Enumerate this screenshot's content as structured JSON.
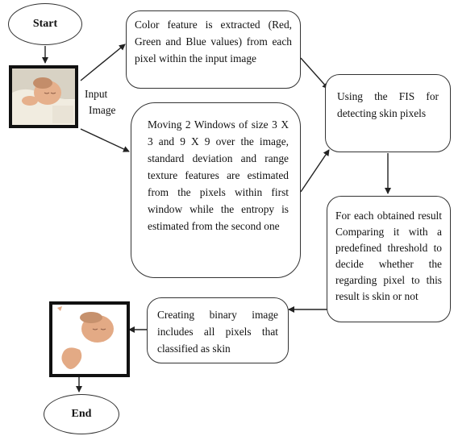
{
  "start_label": "Start",
  "end_label": "End",
  "input_label_line1": "Input",
  "input_label_line2": "Image",
  "box_color": "Color feature is extracted (Red, Green and Blue values) from each pixel within the input image",
  "box_texture": "Moving 2 Windows of size 3 X 3 and 9 X 9 over the image, standard deviation and range texture features are estimated from the pixels within first window while the entropy is estimated from the second one",
  "box_fis": "Using the FIS for detecting skin pixels",
  "box_threshold": "For each obtained result Comparing it with a predefined threshold to decide whether the regarding pixel to this result is skin or not",
  "box_binary": "Creating binary image includes all pixels that classified as skin",
  "colors": {
    "border": "#333333",
    "frame": "#111111",
    "skin": "#e8b48f",
    "blanket": "#f1ece0"
  },
  "icons": [
    "baby-photo-input",
    "baby-photo-skin-output"
  ]
}
